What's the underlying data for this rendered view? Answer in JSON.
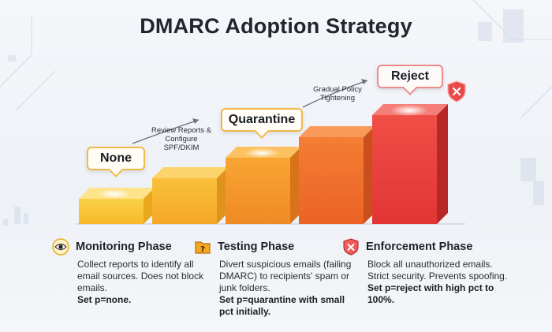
{
  "title": "DMARC Adoption Strategy",
  "callouts": {
    "none": "None",
    "quarantine": "Quarantine",
    "reject": "Reject"
  },
  "notes": {
    "review": "Review Reports & Configure SPF/DKIM",
    "gradual": "Gradual Policy Tightening"
  },
  "phases": [
    {
      "title": "Monitoring Phase",
      "icon": "eye-icon",
      "description": "Collect reports to identify all email sources. Does not block emails.",
      "setting": "Set p=none."
    },
    {
      "title": "Testing Phase",
      "icon": "folder-question-icon",
      "description": "Divert suspicious emails (failing DMARC) to recipients' spam or junk folders.",
      "setting": "Set p=quarantine with small pct initially."
    },
    {
      "title": "Enforcement Phase",
      "icon": "shield-x-icon",
      "description": "Block all unauthorized emails. Strict security. Prevents spoofing.",
      "setting": "Set p=reject with high pct to 100%."
    }
  ],
  "colors": {
    "yellow": "#f7c12e",
    "orange": "#f08a2a",
    "red": "#e53b3b",
    "accent_border": "#f2b94a"
  }
}
